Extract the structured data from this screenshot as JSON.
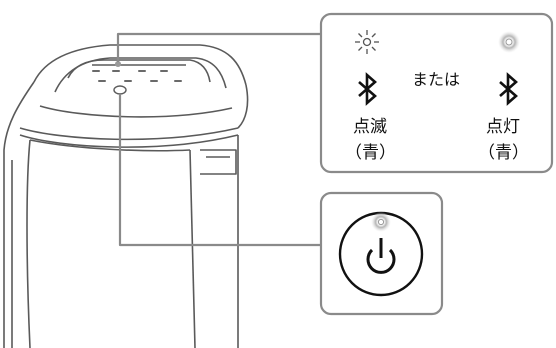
{
  "labels": {
    "blinking": "点滅",
    "blinking_color": "（青）",
    "or": "または",
    "lit": "点灯",
    "lit_color": "（青）"
  },
  "icons": {
    "blinking_indicator": "blinking-light-icon",
    "lit_indicator": "lit-light-icon",
    "bluetooth": "bluetooth-icon",
    "power": "power-icon"
  },
  "colors": {
    "outline": "#5a5a5a",
    "callout_line": "#8a8a8a",
    "indicator_glow": "#9a9a9a",
    "callout_fill": "#ffffff"
  }
}
